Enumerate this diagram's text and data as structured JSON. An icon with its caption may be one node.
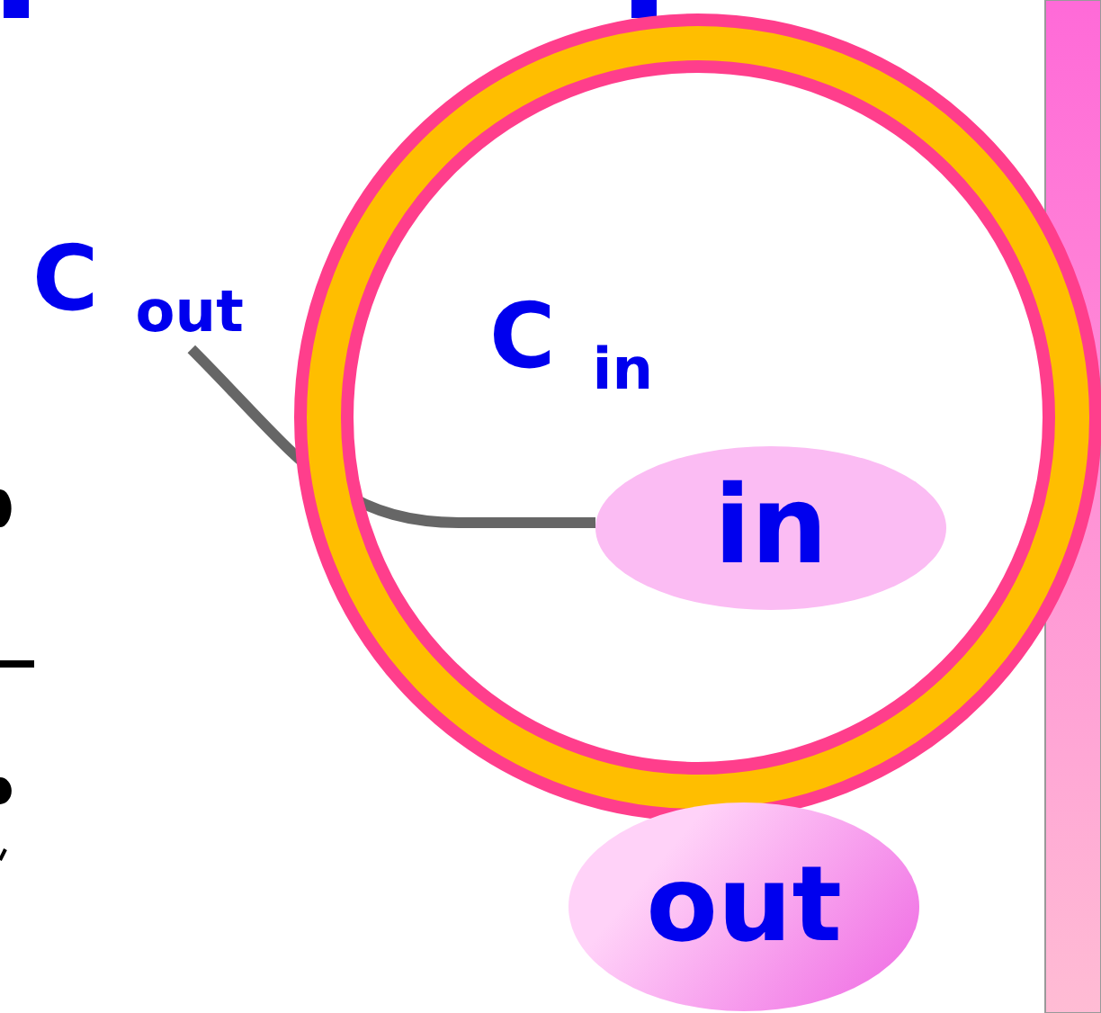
{
  "diagram": {
    "nodes": [
      {
        "text": [],
        "shape": "circle"
      },
      {
        "text": [
          "C $_{out}$"
        ]
      },
      {
        "text": [
          "C $_{in}$"
        ],
        "in": 0
      },
      {
        "text": [
          "in"
        ],
        "in": 0
      },
      {
        "text": [
          "out"
        ]
      },
      {
        "text": [],
        "shape": "bar"
      }
    ],
    "edges": [
      {
        "from": 1,
        "to": 3,
        "arrow": "none"
      }
    ]
  }
}
